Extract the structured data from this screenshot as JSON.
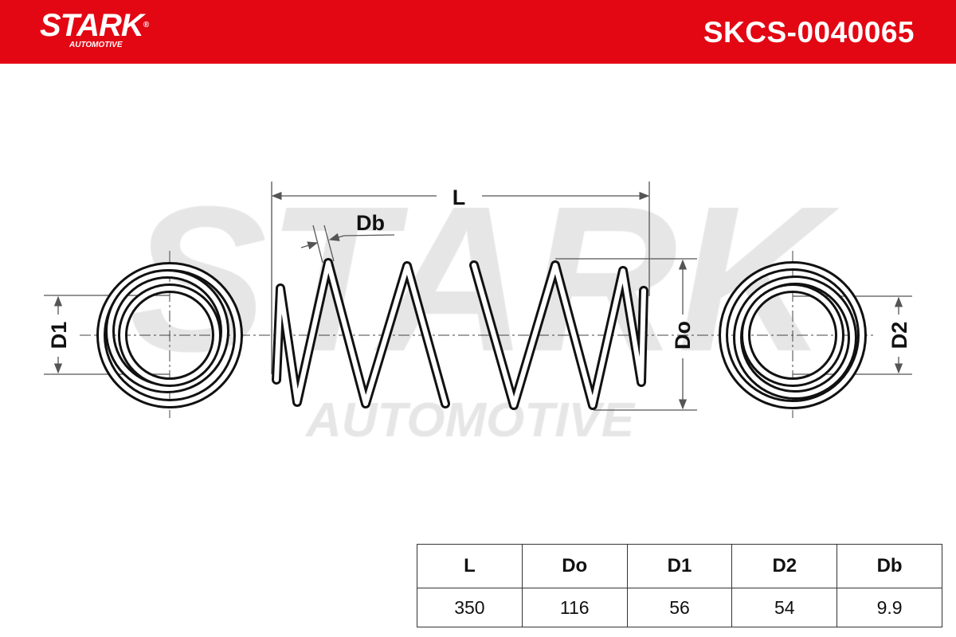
{
  "header": {
    "brand": "STARK",
    "brand_sub": "AUTOMOTIVE",
    "registered": "®",
    "part_number": "SKCS-0040065",
    "color": "#e30613"
  },
  "watermark": {
    "line1": "STARK",
    "line2": "AUTOMOTIVE"
  },
  "diagram": {
    "labels": {
      "L": "L",
      "Db": "Db",
      "Do": "Do",
      "D1": "D1",
      "D2": "D2"
    }
  },
  "table": {
    "headers": [
      "L",
      "Do",
      "D1",
      "D2",
      "Db"
    ],
    "values": [
      "350",
      "116",
      "56",
      "54",
      "9.9"
    ]
  }
}
